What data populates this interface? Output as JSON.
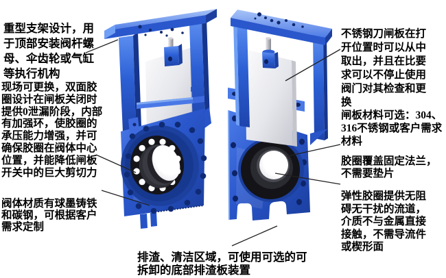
{
  "figure": {
    "type": "annotated-technical-diagram",
    "subject": "knife-gate-valve",
    "background": "#ffffff"
  },
  "colors": {
    "valve_blue": "#2c5fd4",
    "valve_blue_light": "#6fa0f5",
    "valve_blue_dark": "#1a3a9c",
    "bolt_navy": "#0d2468",
    "seal_black": "#141418",
    "gate_gray": "#e4e5ea",
    "leader_line": "#222222",
    "text": "#000000"
  },
  "illustrations": {
    "left": "knife-gate-valve-open-view",
    "right": "knife-gate-valve-cutaway-view"
  },
  "annotations": {
    "left": [
      {
        "text": "重型支架设计，用于顶部安装阀杆螺母、伞齿轮或气缸等执行机构"
      },
      {
        "text": "现场可更换，双面胶圈设计在闸板关闭时提供0泄漏阶段，内部有加强环，使胶圈的承压能力增强，并可确保胶圈在阀体中心位置，并能降低闸板开关中的巨大剪切力"
      },
      {
        "text": "阀体材质有球墨铸铁和碳钢，可根据客户需求定制"
      }
    ],
    "right": [
      {
        "text": "不锈钢刀闸板在打开位置时可以从中取出，并且在比要求可以不停止使用阀门对其检查和更换"
      },
      {
        "text": "闸板材料可选：304、316不锈钢或客户需求材料"
      },
      {
        "text": "胶圈覆盖固定法兰，不需要垫片"
      },
      {
        "text": "弹性胶圈提供无阻碍无干扰的流道，介质不与金属直接接触，不需导流件或楔形面"
      }
    ],
    "bottom": {
      "text": "排渣、清洁区域，可使用可选的可拆卸的底部排渣板装置"
    }
  }
}
